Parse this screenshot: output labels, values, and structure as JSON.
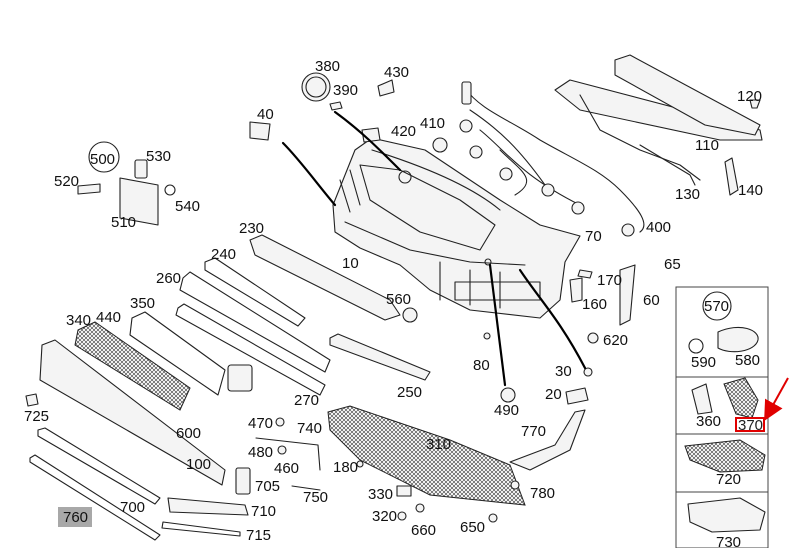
{
  "diagram": {
    "callouts": {
      "c10": "10",
      "c20": "20",
      "c30": "30",
      "c40": "40",
      "c60": "60",
      "c65": "65",
      "c70": "70",
      "c80": "80",
      "c100": "100",
      "c110": "110",
      "c120": "120",
      "c130": "130",
      "c140": "140",
      "c160": "160",
      "c170": "170",
      "c180": "180",
      "c230": "230",
      "c240": "240",
      "c250": "250",
      "c260": "260",
      "c270": "270",
      "c310": "310",
      "c320": "320",
      "c330": "330",
      "c340": "340",
      "c350": "350",
      "c360": "360",
      "c370": "370",
      "c380": "380",
      "c390": "390",
      "c400": "400",
      "c410": "410",
      "c420": "420",
      "c430": "430",
      "c440": "440",
      "c460": "460",
      "c470": "470",
      "c480": "480",
      "c490": "490",
      "c500": "500",
      "c510": "510",
      "c520": "520",
      "c530": "530",
      "c540": "540",
      "c560": "560",
      "c570": "570",
      "c580": "580",
      "c590": "590",
      "c600": "600",
      "c620": "620",
      "c650": "650",
      "c660": "660",
      "c700": "700",
      "c705": "705",
      "c710": "710",
      "c715": "715",
      "c720": "720",
      "c725": "725",
      "c730": "730",
      "c740": "740",
      "c750": "750",
      "c760": "760",
      "c770": "770",
      "c780": "780"
    },
    "highlighted_callout": "370",
    "colors": {
      "highlight_box": "#e00000",
      "arrow": "#e00000",
      "label_760_background": "#a8a8a8"
    }
  }
}
